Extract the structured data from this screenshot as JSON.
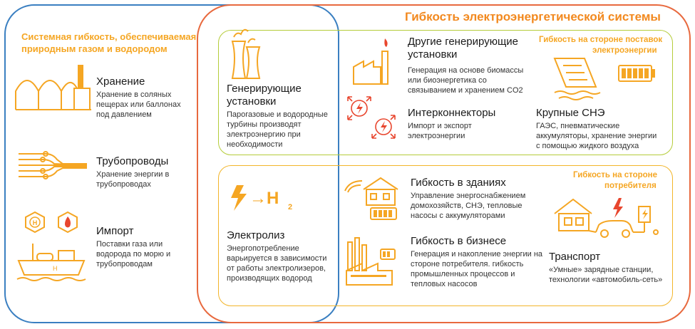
{
  "main_title": "Гибкость электроэнергетической системы",
  "left_panel": {
    "title_line1": "Системная гибкость, обеспечиваемая",
    "title_line2": "природным газом и водородом",
    "items": [
      {
        "heading": "Хранение",
        "desc_lines": [
          "Хранение в соляных",
          "пещерах или баллонах",
          "под давлением"
        ],
        "icon": "gas-storage-icon"
      },
      {
        "heading": "Трубопроводы",
        "desc_lines": [
          "Хранение энергии в",
          "трубопроводах"
        ],
        "icon": "pipeline-icon"
      },
      {
        "heading": "Импорт",
        "desc_lines": [
          "Поставки газа или",
          "водорода по морю и",
          "трубопроводам"
        ],
        "icon": "tanker-ship-icon",
        "ship_label": "H",
        "hex_label": "H"
      }
    ]
  },
  "generation": {
    "heading_line1": "Генерирующие",
    "heading_line2": "установки",
    "desc_lines": [
      "Парогазовые и водородные",
      "турбины производят",
      "электроэнергию при",
      "необходимости"
    ],
    "icon": "power-plant-icon"
  },
  "electrolysis": {
    "heading": "Электролиз",
    "formula": "→H",
    "formula_sub": "2",
    "desc_lines": [
      "Энергопотребление",
      "варьируется в зависимости",
      "от работы электролизеров,",
      "производящих водород"
    ],
    "icon": "electrolysis-icon"
  },
  "supply_side": {
    "label_line1": "Гибкость на стороне поставок",
    "label_line2": "электроэнергии",
    "items": [
      {
        "heading_line1": "Другие генерирующие",
        "heading_line2": "установки",
        "desc_lines": [
          "Генерация на основе биомассы",
          "или биоэнергетика со",
          "связыванием и хранением CO2"
        ],
        "icon": "factory-icon"
      },
      {
        "heading": "Интерконнекторы",
        "desc_lines": [
          "Импорт и экспорт",
          "электроэнергии"
        ],
        "icon": "interconnector-icon"
      },
      {
        "heading": "Крупные СНЭ",
        "desc_lines": [
          "ГАЭС, пневматические",
          "аккумуляторы, хранение энергии",
          "с помощью жидкого воздуха"
        ],
        "icon": "dam-battery-icon"
      }
    ]
  },
  "demand_side": {
    "label_line1": "Гибкость на стороне",
    "label_line2": "потребителя",
    "items": [
      {
        "heading": "Гибкость в зданиях",
        "desc_lines": [
          "Управление энергоснабжением",
          "домохозяйств, СНЭ, тепловые",
          "насосы с аккумуляторами"
        ],
        "icon": "smart-house-icon"
      },
      {
        "heading": "Гибкость в бизнесе",
        "desc_lines": [
          "Генерация и накопление энергии на",
          "стороне потребителя. гибкость",
          "промышленных процессов и",
          "тепловых насосов"
        ],
        "icon": "industry-icon"
      },
      {
        "heading": "Транспорт",
        "desc_lines": [
          "«Умные» зарядные станции,",
          "технологии «автомобиль-сеть»"
        ],
        "icon": "ev-charging-icon"
      }
    ]
  },
  "colors": {
    "blue_frame": "#3a7fc1",
    "red_frame": "#e8693e",
    "green_frame": "#b5cc3a",
    "yellow_frame": "#f2b52a",
    "icon_orange": "#f5a623",
    "icon_red": "#e8462e"
  }
}
